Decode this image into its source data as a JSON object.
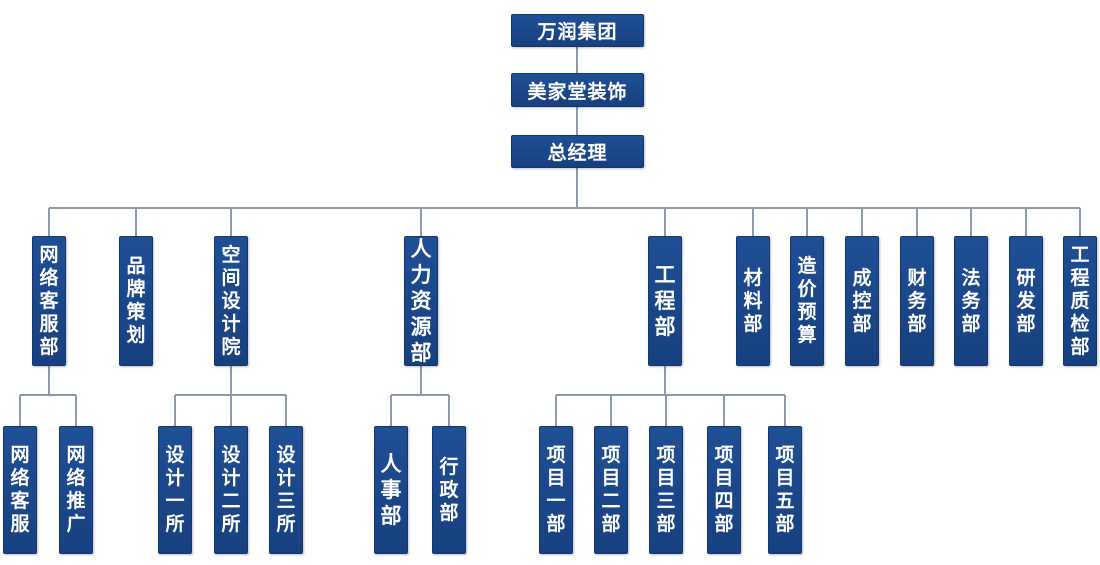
{
  "org": {
    "group": "万润集团",
    "company": "美家堂装饰",
    "gm": "总经理",
    "depts": [
      "网络客服部",
      "品牌策划",
      "空间设计院",
      "人力资源部",
      "工程部",
      "材料部",
      "造价预算",
      "成控部",
      "财务部",
      "法务部",
      "研发部",
      "工程质检部"
    ],
    "sub_network": [
      "网络客服",
      "网络推广"
    ],
    "sub_design": [
      "设计一所",
      "设计二所",
      "设计三所"
    ],
    "sub_hr": [
      "人事部",
      "行政部"
    ],
    "sub_eng": [
      "项目一部",
      "项目二部",
      "项目三部",
      "项目四部",
      "项目五部"
    ]
  },
  "colors": {
    "box_fill": "#1a4688",
    "line": "#8a9aac",
    "text": "#ffffff"
  }
}
